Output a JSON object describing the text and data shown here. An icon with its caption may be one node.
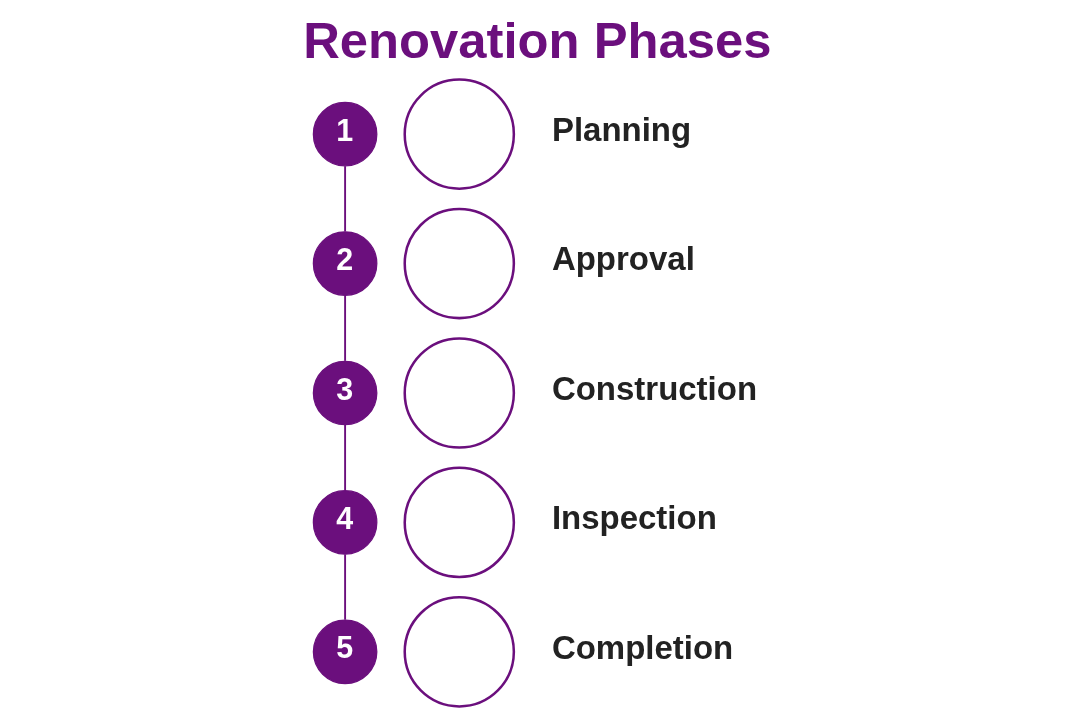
{
  "diagram": {
    "title": "Renovation Phases",
    "nodes": [
      {
        "text": [
          "1"
        ]
      },
      {
        "text": [],
        "shape": "circle",
        "beside": [
          "Planning"
        ]
      },
      {
        "text": [
          "2"
        ]
      },
      {
        "text": [],
        "shape": "circle",
        "beside": [
          "Approval"
        ]
      },
      {
        "text": [
          "3"
        ]
      },
      {
        "text": [],
        "shape": "circle",
        "beside": [
          "Construction"
        ]
      },
      {
        "text": [
          "4"
        ]
      },
      {
        "text": [],
        "shape": "circle",
        "beside": [
          "Inspection"
        ]
      },
      {
        "text": [
          "5"
        ]
      },
      {
        "text": [],
        "shape": "circle",
        "beside": [
          "Completion"
        ]
      }
    ],
    "edges": [
      {
        "from": 0,
        "to": 2,
        "arrow": "none"
      },
      {
        "from": 2,
        "to": 4,
        "arrow": "none"
      },
      {
        "from": 4,
        "to": 6,
        "arrow": "none"
      },
      {
        "from": 6,
        "to": 8,
        "arrow": "none"
      }
    ]
  }
}
